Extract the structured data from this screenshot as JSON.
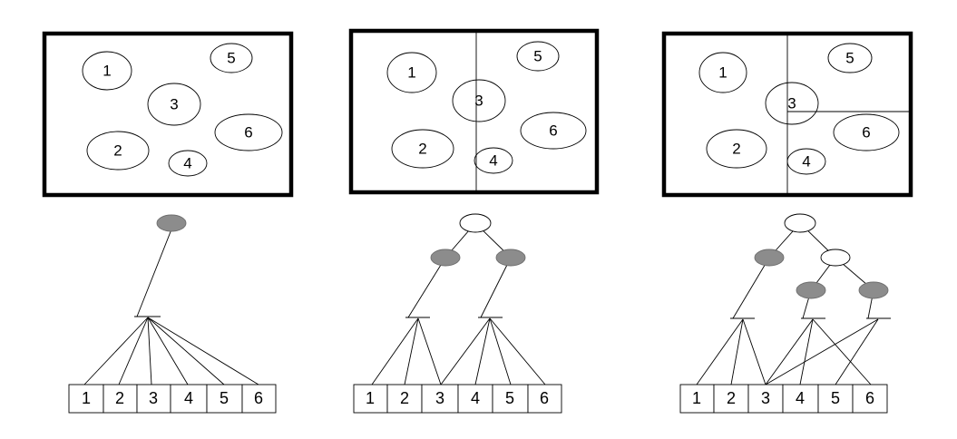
{
  "panels": [
    {
      "region_labels": [
        "1",
        "2",
        "3",
        "4",
        "5",
        "6"
      ],
      "object_list": [
        "1",
        "2",
        "3",
        "4",
        "5",
        "6"
      ],
      "tree": {
        "node_colors": {
          "internal": "#ffffff",
          "leaf_group": "#8c8c8c"
        }
      }
    },
    {
      "region_labels": [
        "1",
        "2",
        "3",
        "4",
        "5",
        "6"
      ],
      "object_list": [
        "1",
        "2",
        "3",
        "4",
        "5",
        "6"
      ],
      "tree": {
        "node_colors": {
          "internal": "#ffffff",
          "leaf_group": "#8c8c8c"
        }
      }
    },
    {
      "region_labels": [
        "1",
        "2",
        "3",
        "4",
        "5",
        "6"
      ],
      "object_list": [
        "1",
        "2",
        "3",
        "4",
        "5",
        "6"
      ],
      "tree": {
        "node_colors": {
          "internal": "#ffffff",
          "leaf_group": "#8c8c8c"
        }
      }
    }
  ]
}
